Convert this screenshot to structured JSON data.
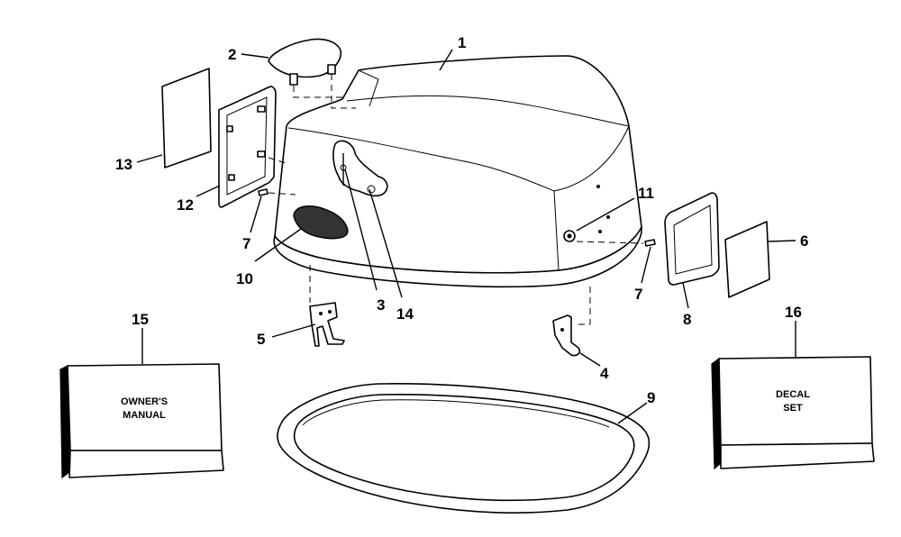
{
  "callouts": {
    "c1": "1",
    "c2": "2",
    "c3": "3",
    "c4": "4",
    "c5": "5",
    "c6": "6",
    "c7a": "7",
    "c7b": "7",
    "c8": "8",
    "c9": "9",
    "c10": "10",
    "c11": "11",
    "c12": "12",
    "c13": "13",
    "c14": "14",
    "c15": "15",
    "c16": "16"
  },
  "boxes": {
    "owners_manual": {
      "line1": "OWNER'S",
      "line2": "MANUAL"
    },
    "decal_set": {
      "line1": "DECAL",
      "line2": "SET"
    }
  }
}
